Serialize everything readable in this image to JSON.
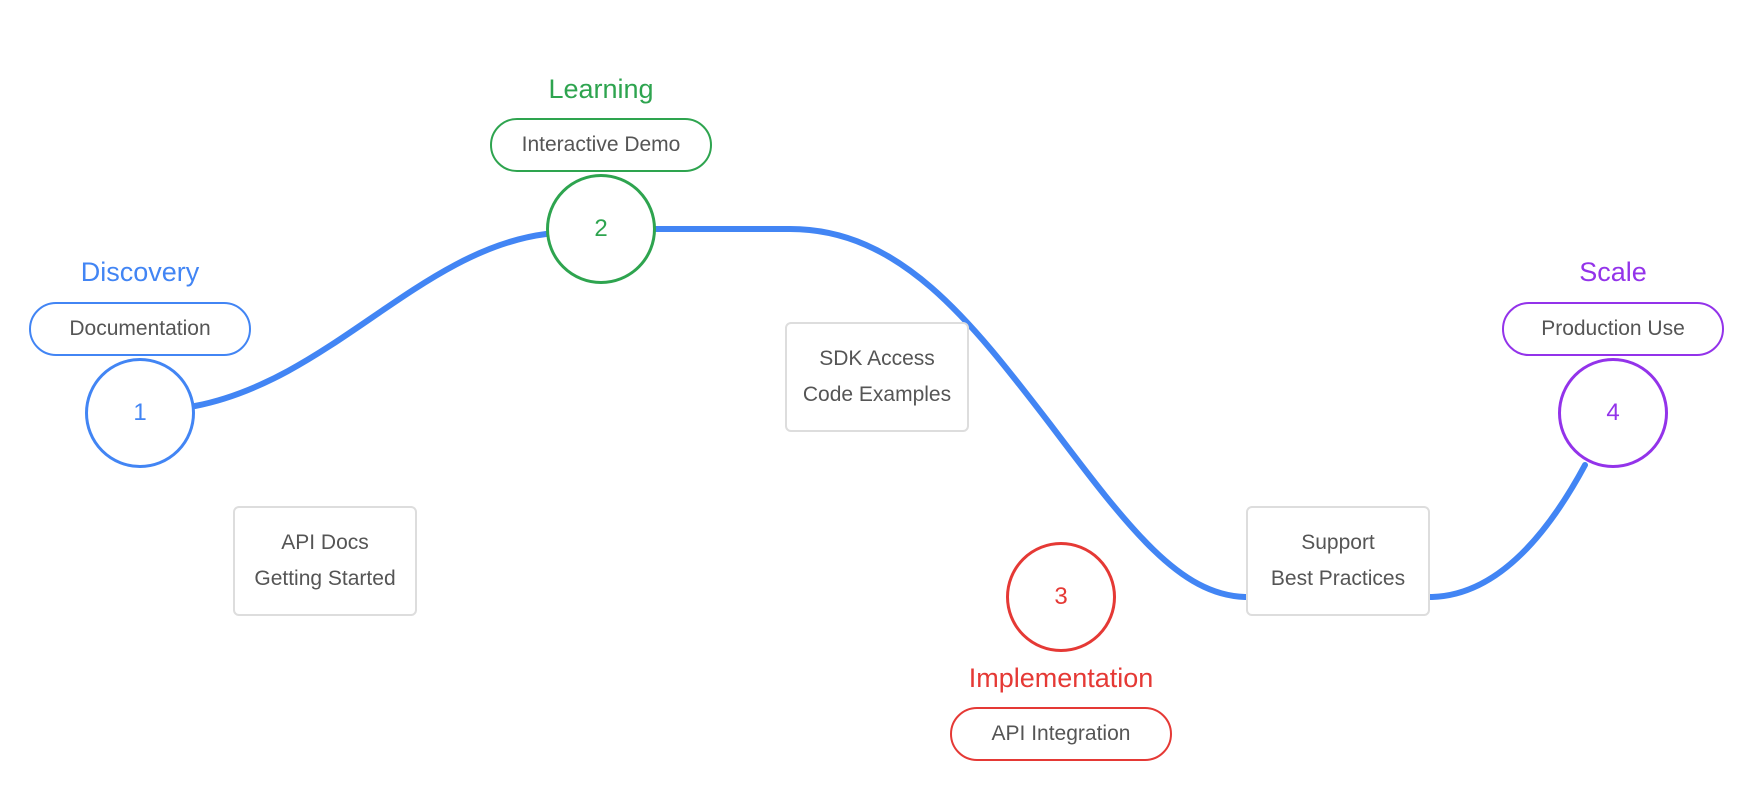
{
  "colors": {
    "path": "#4285f4",
    "card_border": "#dddddd",
    "text": "#555555"
  },
  "stages": [
    {
      "number": "1",
      "title": "Discovery",
      "tag": "Documentation",
      "color": "#4285f4"
    },
    {
      "number": "2",
      "title": "Learning",
      "tag": "Interactive Demo",
      "color": "#2ea44f"
    },
    {
      "number": "3",
      "title": "Implementation",
      "tag": "API Integration",
      "color": "#e53935"
    },
    {
      "number": "4",
      "title": "Scale",
      "tag": "Production Use",
      "color": "#9333ea"
    }
  ],
  "cards": [
    {
      "lines": [
        "API Docs",
        "Getting Started"
      ]
    },
    {
      "lines": [
        "SDK Access",
        "Code Examples"
      ]
    },
    {
      "lines": [
        "Support",
        "Best Practices"
      ]
    }
  ]
}
